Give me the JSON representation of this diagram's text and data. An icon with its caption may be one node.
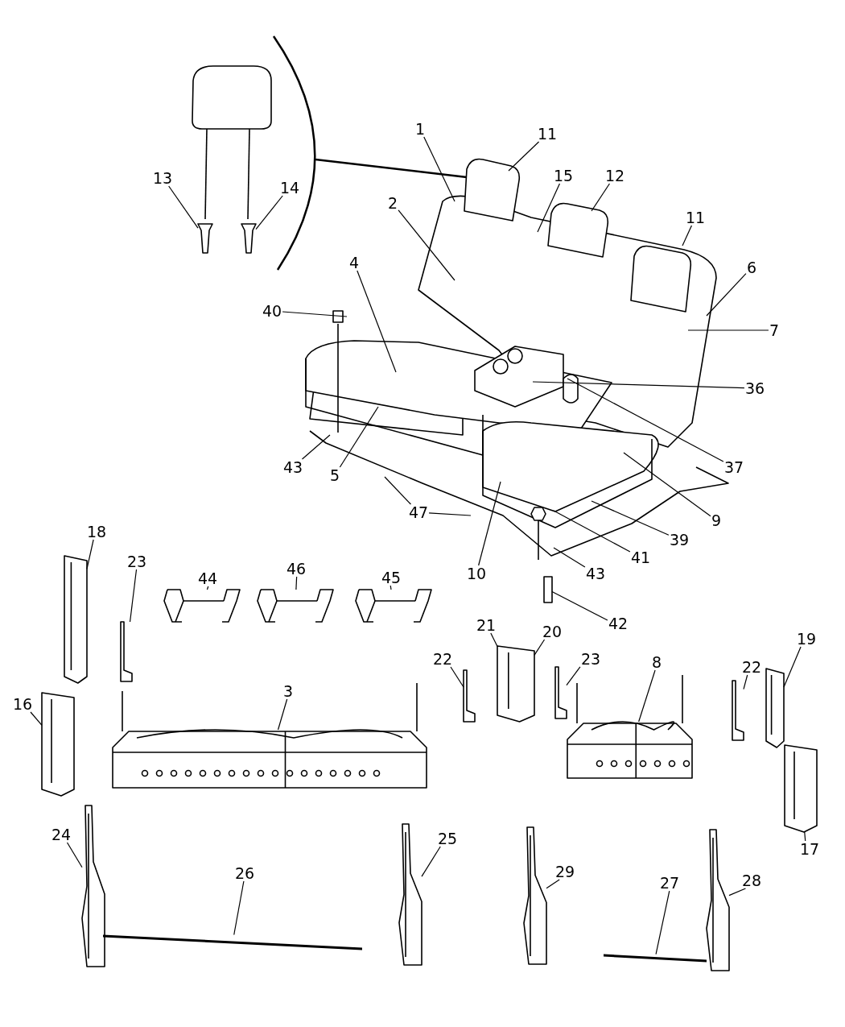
{
  "diagram": {
    "nodes": [
      {
        "text": [
          "13"
        ]
      },
      {
        "text": [
          "14"
        ]
      },
      {
        "text": [
          "1"
        ]
      },
      {
        "text": [
          "11"
        ]
      },
      {
        "text": [
          "15"
        ]
      },
      {
        "text": [
          "12"
        ]
      },
      {
        "text": [
          "2"
        ]
      },
      {
        "text": [
          "11"
        ]
      },
      {
        "text": [
          "4"
        ]
      },
      {
        "text": [
          "6"
        ]
      },
      {
        "text": [
          "40"
        ]
      },
      {
        "text": [
          "7"
        ]
      },
      {
        "text": [
          "36"
        ]
      },
      {
        "text": [
          "43"
        ]
      },
      {
        "text": [
          "5"
        ]
      },
      {
        "text": [
          "37"
        ]
      },
      {
        "text": [
          "47"
        ]
      },
      {
        "text": [
          "9"
        ]
      },
      {
        "text": [
          "39"
        ]
      },
      {
        "text": [
          "41"
        ]
      },
      {
        "text": [
          "10"
        ]
      },
      {
        "text": [
          "43"
        ]
      },
      {
        "text": [
          "18"
        ]
      },
      {
        "text": [
          "23"
        ]
      },
      {
        "text": [
          "44"
        ]
      },
      {
        "text": [
          "46"
        ]
      },
      {
        "text": [
          "45"
        ]
      },
      {
        "text": [
          "42"
        ]
      },
      {
        "text": [
          "21"
        ]
      },
      {
        "text": [
          "20"
        ]
      },
      {
        "text": [
          "19"
        ]
      },
      {
        "text": [
          "22"
        ]
      },
      {
        "text": [
          "23"
        ]
      },
      {
        "text": [
          "8"
        ]
      },
      {
        "text": [
          "22"
        ]
      },
      {
        "text": [
          "3"
        ]
      },
      {
        "text": [
          "16"
        ]
      },
      {
        "text": [
          "24"
        ]
      },
      {
        "text": [
          "25"
        ]
      },
      {
        "text": [
          "17"
        ]
      },
      {
        "text": [
          "26"
        ]
      },
      {
        "text": [
          "29"
        ]
      },
      {
        "text": [
          "28"
        ]
      },
      {
        "text": [
          "27"
        ]
      },
      {
        "text": [],
        "shape": "picture"
      },
      {
        "text": [],
        "shape": "picture"
      },
      {
        "text": [],
        "shape": "box"
      },
      {
        "text": [],
        "shape": "picture"
      },
      {
        "text": [],
        "shape": "picture"
      },
      {
        "text": [],
        "shape": "picture"
      },
      {
        "text": [],
        "shape": "picture"
      },
      {
        "text": [],
        "shape": "picture"
      },
      {
        "text": [],
        "shape": "picture"
      },
      {
        "text": [],
        "shape": "picture"
      },
      {
        "text": [],
        "shape": "picture"
      },
      {
        "text": [],
        "shape": "picture"
      },
      {
        "text": [],
        "shape": "picture"
      },
      {
        "text": [],
        "shape": "picture"
      },
      {
        "text": [],
        "shape": "picture"
      },
      {
        "text": [],
        "shape": "picture"
      },
      {
        "text": [],
        "shape": "picture"
      },
      {
        "text": [],
        "shape": "picture"
      },
      {
        "text": [],
        "shape": "picture"
      },
      {
        "text": [],
        "shape": "picture"
      },
      {
        "text": [],
        "shape": "picture"
      },
      {
        "text": [],
        "shape": "bar"
      },
      {
        "text": [],
        "shape": "bar"
      }
    ],
    "edges": [
      {
        "from": 0,
        "to": 44,
        "arrow": "none"
      },
      {
        "from": 1,
        "to": 45,
        "arrow": "none"
      },
      {
        "from": 2,
        "to": null,
        "arrow": "none"
      },
      {
        "from": 3,
        "to": null,
        "arrow": "none"
      },
      {
        "from": 4,
        "to": null,
        "arrow": "none"
      },
      {
        "from": 5,
        "to": null,
        "arrow": "none"
      },
      {
        "from": 6,
        "to": null,
        "arrow": "none"
      },
      {
        "from": 7,
        "to": null,
        "arrow": "none"
      },
      {
        "from": 8,
        "to": null,
        "arrow": "none"
      },
      {
        "from": 9,
        "to": null,
        "arrow": "none"
      },
      {
        "from": 10,
        "to": null,
        "arrow": "none"
      },
      {
        "from": 11,
        "to": null,
        "arrow": "none"
      },
      {
        "from": 12,
        "to": null,
        "arrow": "none"
      },
      {
        "from": 13,
        "to": null,
        "arrow": "none"
      },
      {
        "from": 14,
        "to": null,
        "arrow": "none"
      },
      {
        "from": 15,
        "to": null,
        "arrow": "none"
      },
      {
        "from": 16,
        "to": null,
        "arrow": "none"
      },
      {
        "from": 16,
        "to": null,
        "arrow": "none"
      },
      {
        "from": 17,
        "to": null,
        "arrow": "none"
      },
      {
        "from": 18,
        "to": null,
        "arrow": "none"
      },
      {
        "from": 19,
        "to": null,
        "arrow": "none"
      },
      {
        "from": 20,
        "to": null,
        "arrow": "none"
      },
      {
        "from": 21,
        "to": null,
        "arrow": "none"
      },
      {
        "from": 22,
        "to": 47,
        "arrow": "none"
      },
      {
        "from": 23,
        "to": 48,
        "arrow": "none"
      },
      {
        "from": 24,
        "to": 49,
        "arrow": "none"
      },
      {
        "from": 25,
        "to": 50,
        "arrow": "none"
      },
      {
        "from": 26,
        "to": 51,
        "arrow": "none"
      },
      {
        "from": 27,
        "to": 46,
        "arrow": "none"
      },
      {
        "from": 28,
        "to": 52,
        "arrow": "none"
      },
      {
        "from": 29,
        "to": 52,
        "arrow": "none"
      },
      {
        "from": 30,
        "to": 57,
        "arrow": "none"
      },
      {
        "from": 31,
        "to": 53,
        "arrow": "none"
      },
      {
        "from": 32,
        "to": 54,
        "arrow": "none"
      },
      {
        "from": 33,
        "to": 55,
        "arrow": "none"
      },
      {
        "from": 34,
        "to": 56,
        "arrow": "none"
      },
      {
        "from": 35,
        "to": 59,
        "arrow": "none"
      },
      {
        "from": 36,
        "to": 58,
        "arrow": "none"
      },
      {
        "from": 37,
        "to": 61,
        "arrow": "none"
      },
      {
        "from": 38,
        "to": 62,
        "arrow": "none"
      },
      {
        "from": 39,
        "to": 60,
        "arrow": "none"
      },
      {
        "from": 40,
        "to": 65,
        "arrow": "none"
      },
      {
        "from": 41,
        "to": 63,
        "arrow": "none"
      },
      {
        "from": 42,
        "to": 64,
        "arrow": "none"
      },
      {
        "from": 43,
        "to": 66,
        "arrow": "none"
      }
    ]
  }
}
